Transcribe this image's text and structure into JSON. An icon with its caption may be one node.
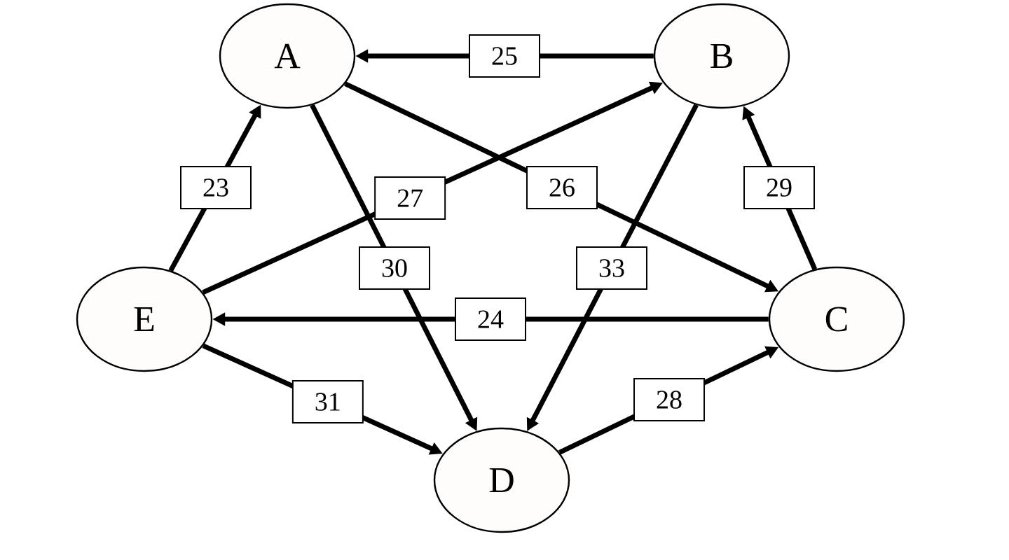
{
  "diagram": {
    "nodes": [
      {
        "text": [
          "A"
        ]
      },
      {
        "text": [
          "B"
        ]
      },
      {
        "text": [
          "E"
        ]
      },
      {
        "text": [
          "C"
        ]
      },
      {
        "text": [
          "D"
        ]
      }
    ],
    "edges": [
      {
        "from": 1,
        "to": 0,
        "arrow": "to",
        "label": "25"
      },
      {
        "from": 0,
        "to": 3,
        "arrow": "to",
        "label": "26"
      },
      {
        "from": 2,
        "to": 1,
        "arrow": "to",
        "label": "27"
      },
      {
        "from": 2,
        "to": 0,
        "arrow": "to",
        "label": "23"
      },
      {
        "from": 3,
        "to": 1,
        "arrow": "to",
        "label": "29"
      },
      {
        "from": 0,
        "to": 4,
        "arrow": "to",
        "label": "30"
      },
      {
        "from": 1,
        "to": 4,
        "arrow": "to",
        "label": "33"
      },
      {
        "from": 3,
        "to": 2,
        "arrow": "to",
        "label": "24"
      },
      {
        "from": 2,
        "to": 4,
        "arrow": "to",
        "label": "31"
      },
      {
        "from": 4,
        "to": 3,
        "arrow": "to",
        "label": "28"
      }
    ]
  }
}
